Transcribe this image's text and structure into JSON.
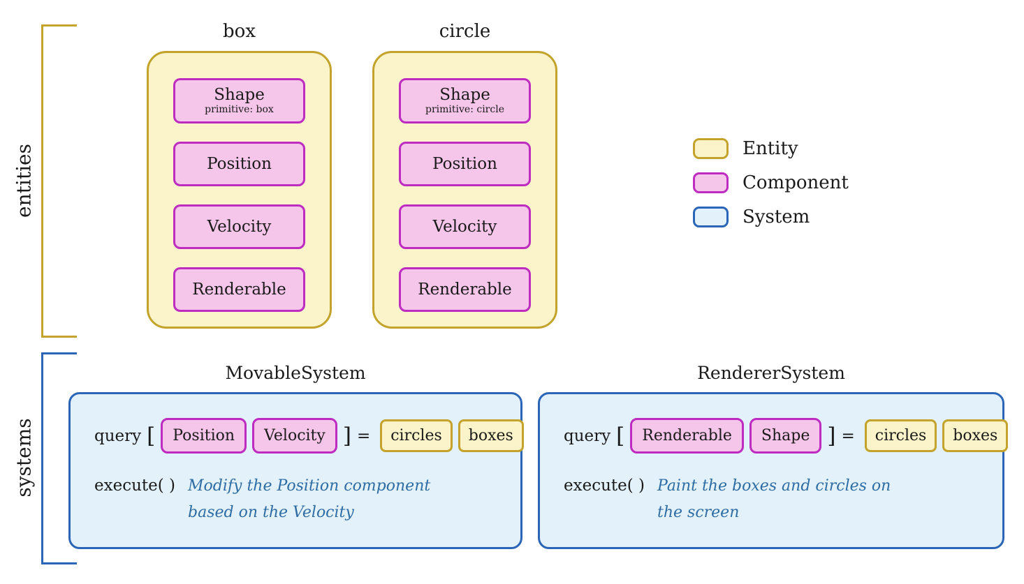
{
  "palette": {
    "entity_fill": "#fbf3c9",
    "entity_border": "#c3a32b",
    "component_fill": "#f6c6ea",
    "component_border": "#be2bc1",
    "system_fill": "#e3f2fa",
    "system_border": "#2a65b8",
    "annotation_text": "#2e6ca4",
    "main_text": "#1a1a1a"
  },
  "entities_section": {
    "label": "entities",
    "entities": [
      {
        "title": "box",
        "components": [
          {
            "name": "Shape",
            "detail": "primitive: box"
          },
          {
            "name": "Position"
          },
          {
            "name": "Velocity"
          },
          {
            "name": "Renderable"
          }
        ]
      },
      {
        "title": "circle",
        "components": [
          {
            "name": "Shape",
            "detail": "primitive: circle"
          },
          {
            "name": "Position"
          },
          {
            "name": "Velocity"
          },
          {
            "name": "Renderable"
          }
        ]
      }
    ]
  },
  "legend": {
    "items": [
      {
        "label": "Entity"
      },
      {
        "label": "Component"
      },
      {
        "label": "System"
      }
    ]
  },
  "systems_section": {
    "label": "systems",
    "syntax": {
      "query_keyword": "query",
      "open_bracket": "[",
      "close_bracket": "]",
      "equals": "=",
      "execute_keyword": "execute( )"
    },
    "systems": [
      {
        "title": "MovableSystem",
        "query_components": [
          "Position",
          "Velocity"
        ],
        "query_results": [
          "circles",
          "boxes"
        ],
        "execute_note_line1": "Modify the Position component",
        "execute_note_line2": "based on the Velocity"
      },
      {
        "title": "RendererSystem",
        "query_components": [
          "Renderable",
          "Shape"
        ],
        "query_results": [
          "circles",
          "boxes"
        ],
        "execute_note_line1": "Paint the boxes and circles on",
        "execute_note_line2": "the screen"
      }
    ]
  }
}
